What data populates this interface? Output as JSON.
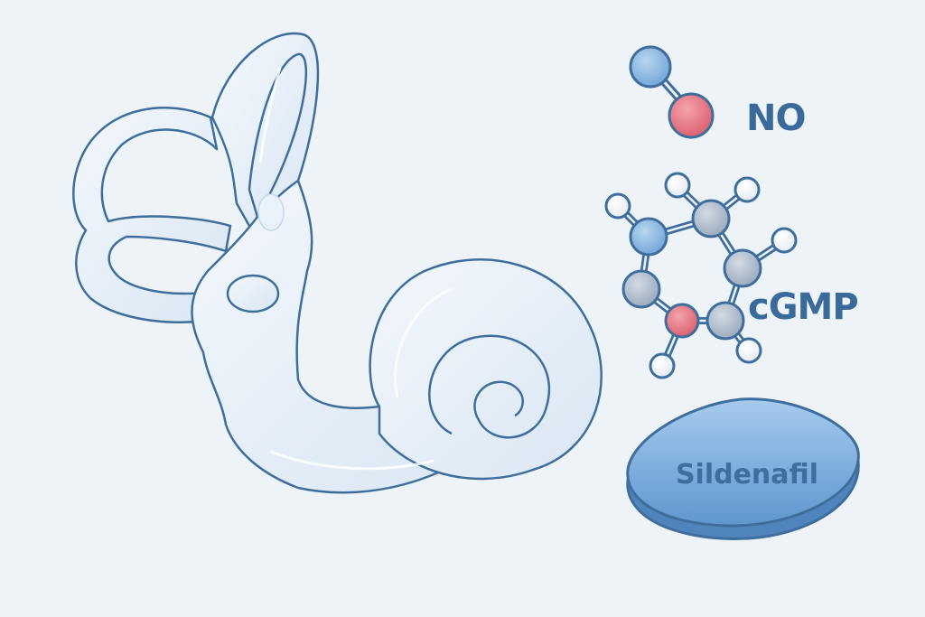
{
  "illustration": {
    "subject": "inner ear (cochlea and semicircular canals)",
    "labels": {
      "nitric_oxide": "NO",
      "second_messenger": "cGMP",
      "drug_pill": "Sildenafil"
    },
    "colors": {
      "background": "#eef3f8",
      "outline": "#3f6e9d",
      "ear_fill": "#e6eff8",
      "nitrogen_atom": "#7fb0dc",
      "oxygen_atom": "#e26a78",
      "carbon_atom": "#a9b6c7",
      "hydrogen_atom": "#f4f7fa",
      "pill": "#6fa3d6",
      "label_text": "#3a6a9a"
    }
  }
}
